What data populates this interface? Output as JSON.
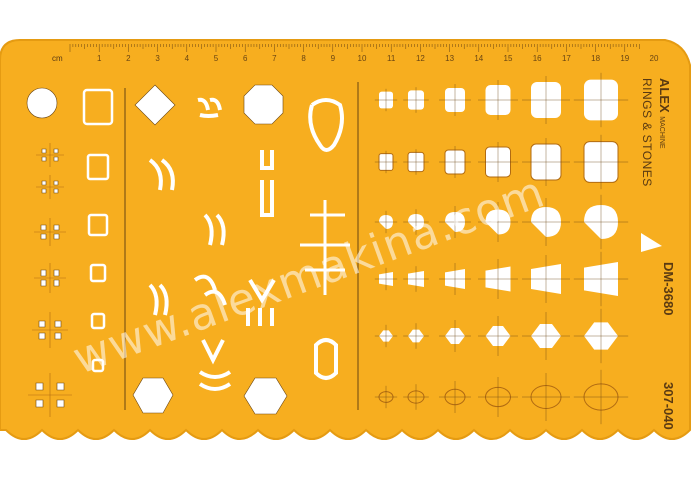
{
  "template": {
    "brand": "ALEX",
    "brand_sub": "MACHINE",
    "title": "RINGS & STONES",
    "model": "DM-3680",
    "code": "307-040",
    "watermark": "www.alexmakina.com",
    "ruler_unit": "cm",
    "ruler_numbers": [
      "1",
      "2",
      "3",
      "4",
      "5",
      "6",
      "7",
      "8",
      "9",
      "10",
      "11",
      "12",
      "13",
      "14",
      "15",
      "16",
      "17",
      "18",
      "19",
      "20"
    ]
  },
  "colors": {
    "stencil": "#f7ae1f",
    "stencil_dark": "#e59b12",
    "cutout": "#ffffff",
    "ink": "#6a4512",
    "guide": "#b16b12"
  }
}
